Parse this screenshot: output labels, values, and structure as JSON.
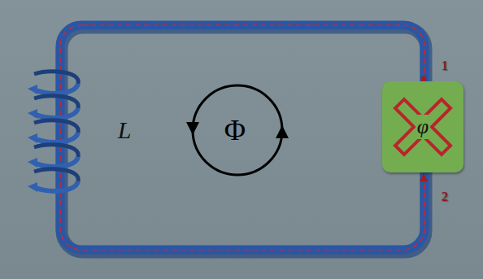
{
  "diagram": {
    "nodes": [
      {
        "text": [
          "φ"
        ]
      }
    ],
    "labels": [
      "L",
      "Φ",
      "1",
      "2"
    ]
  }
}
